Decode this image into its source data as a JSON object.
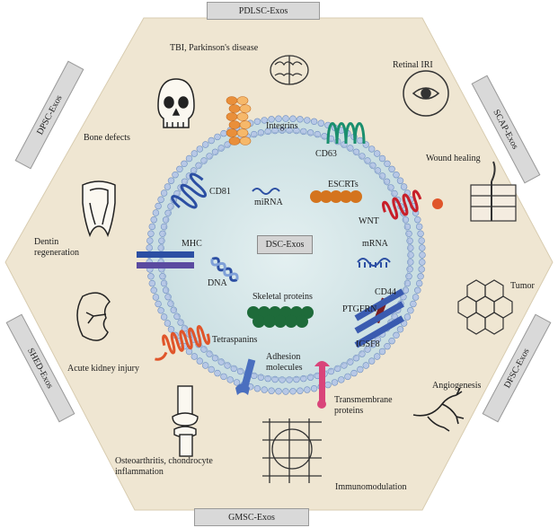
{
  "center": "DSC-Exos",
  "tabs": {
    "top": "PDLSC-Exos",
    "bottom": "GMSC-Exos",
    "upper_left": "DPSC-Exos",
    "upper_right": "SCAP-Exos",
    "lower_left": "SHED-Exos",
    "lower_right": "DFSC-Exos"
  },
  "components": {
    "integrins": "Integrins",
    "cd63": "CD63",
    "cd81": "CD81",
    "mirna": "miRNA",
    "escrts": "ESCRTs",
    "wnt": "WNT",
    "mhc": "MHC",
    "mrna": "mRNA",
    "dna": "DNA",
    "skeletal": "Skeletal proteins",
    "cd44": "CD44",
    "ptgfrn": "PTGFRN",
    "igsf8": "IGSF8",
    "tetraspanins": "Tetraspanins",
    "adhesion": "Adhesion molecules",
    "transmembrane": "Transmembrane proteins"
  },
  "applications": {
    "tbi": "TBI, Parkinson's disease",
    "retinal": "Retinal IRI",
    "bone": "Bone defects",
    "wound": "Wound healing",
    "dentin": "Dentin regeneration",
    "tumor": "Tumor",
    "kidney": "Acute kidney injury",
    "angio": "Angiogenesis",
    "osteo": "Osteoarthritis, chondrocyte inflammation",
    "immuno": "Immunomodulation"
  },
  "colors": {
    "hexagon": "#efe6d2",
    "vesicle_fill": "#d6e8ea",
    "membrane": "#7f9fc8",
    "integrin": "#f2a24a",
    "cd63": "#1a8f6e",
    "cd81": "#2c4fa3",
    "wnt": "#c8202a",
    "escrt": "#d4741e",
    "mhc": "#5a4aa0",
    "skeletal": "#1e6b3a",
    "cd44": "#7a1e22",
    "igsf8": "#3a5bb0",
    "tetraspanin": "#e0552a",
    "adhesion": "#4a6fbf",
    "transmembrane": "#d9447a"
  }
}
